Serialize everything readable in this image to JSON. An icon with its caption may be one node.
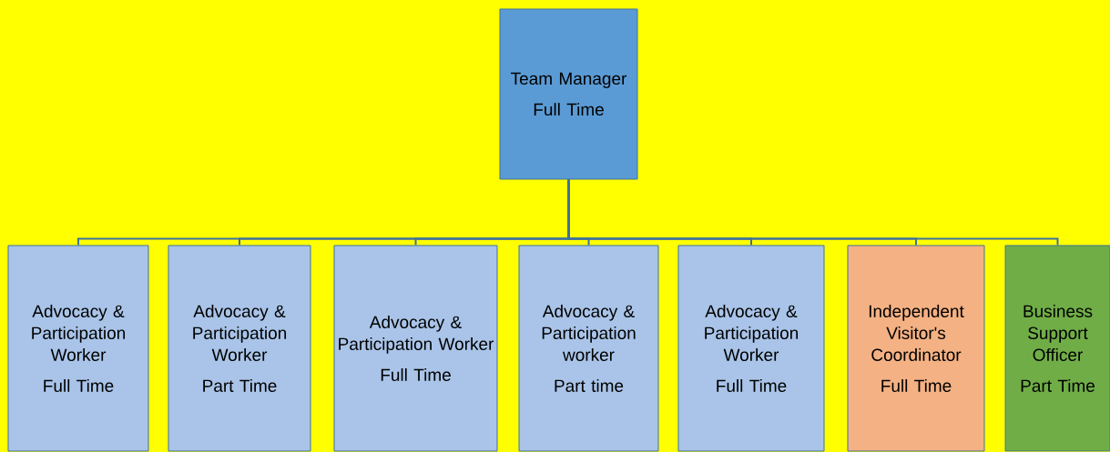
{
  "diagram": {
    "nodes": [
      {
        "text": [
          "Team Manager",
          "Full Time"
        ]
      },
      {
        "text": [
          "Advocacy & Participation Worker",
          "Full Time"
        ]
      },
      {
        "text": [
          "Advocacy & Participation Worker",
          "Part Time"
        ]
      },
      {
        "text": [
          "Advocacy & Participation Worker",
          "Full Time"
        ]
      },
      {
        "text": [
          "Advocacy & Participation worker",
          "Part time"
        ]
      },
      {
        "text": [
          "Advocacy & Participation Worker",
          "Full Time"
        ]
      },
      {
        "text": [
          "Independent Visitor's Coordinator",
          "Full Time"
        ]
      },
      {
        "text": [
          "Business Support Officer",
          "Part Time"
        ]
      }
    ],
    "edges": [
      {
        "from": 0,
        "to": 1,
        "arrow": "none"
      },
      {
        "from": 0,
        "to": 2,
        "arrow": "none"
      },
      {
        "from": 0,
        "to": 3,
        "arrow": "none"
      },
      {
        "from": 0,
        "to": 4,
        "arrow": "none"
      },
      {
        "from": 0,
        "to": 5,
        "arrow": "none"
      },
      {
        "from": 0,
        "to": 6,
        "arrow": "none"
      },
      {
        "from": 0,
        "to": 7,
        "arrow": "none"
      }
    ]
  }
}
